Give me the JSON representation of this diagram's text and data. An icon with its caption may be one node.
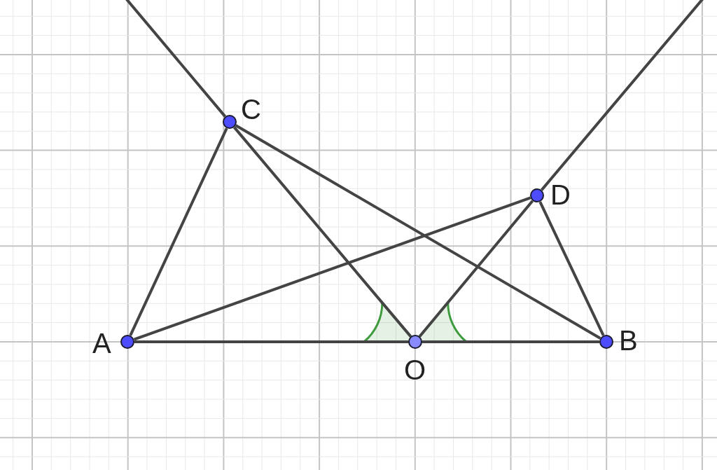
{
  "diagram": {
    "nodes": [
      {
        "text": [],
        "shape": "circle",
        "beside": [
          "C"
        ]
      },
      {
        "text": [],
        "shape": "circle",
        "beside": [
          "D"
        ]
      },
      {
        "text": [],
        "shape": "circle",
        "beside": [
          "A"
        ]
      },
      {
        "text": [],
        "shape": "circle",
        "beside": [
          "O"
        ]
      },
      {
        "text": [],
        "shape": "circle",
        "beside": [
          "B"
        ]
      }
    ],
    "edges": [
      {
        "from": 0,
        "to": null,
        "arrow": "none"
      },
      {
        "from": 1,
        "to": null,
        "arrow": "none"
      },
      {
        "from": 0,
        "to": 2,
        "arrow": "none"
      },
      {
        "from": 0,
        "to": 3,
        "arrow": "none"
      },
      {
        "from": 0,
        "to": 4,
        "arrow": "none"
      },
      {
        "from": 1,
        "to": 2,
        "arrow": "none"
      },
      {
        "from": 1,
        "to": 3,
        "arrow": "none"
      },
      {
        "from": 1,
        "to": 4,
        "arrow": "none"
      },
      {
        "from": 2,
        "to": 3,
        "arrow": "none"
      },
      {
        "from": 3,
        "to": 4,
        "arrow": "none"
      }
    ]
  }
}
